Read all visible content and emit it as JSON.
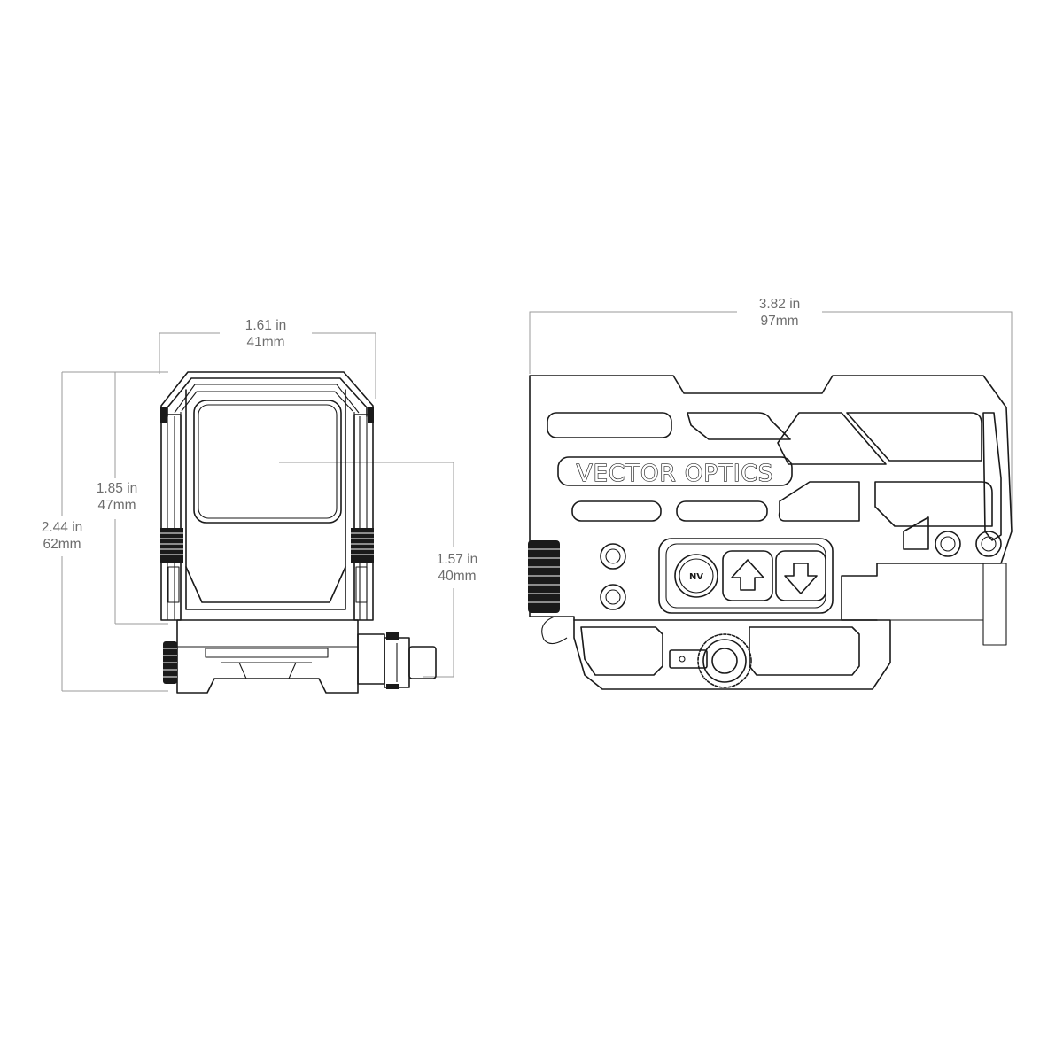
{
  "dimensions": {
    "front_width": {
      "in": "1.61 in",
      "mm": "41mm"
    },
    "front_height": {
      "in": "1.85 in",
      "mm": "47mm"
    },
    "total_height": {
      "in": "2.44 in",
      "mm": "62mm"
    },
    "optical_axis": {
      "in": "1.57 in",
      "mm": "40mm"
    },
    "side_length": {
      "in": "3.82 in",
      "mm": "97mm"
    }
  },
  "branding": {
    "logo_text": "VECTOR OPTICS"
  },
  "controls": {
    "nv_button_label": "NV"
  },
  "colors": {
    "line": "#1a1a1a",
    "dimension_line": "#9a9a9a",
    "dimension_text": "#6d6d6d"
  }
}
